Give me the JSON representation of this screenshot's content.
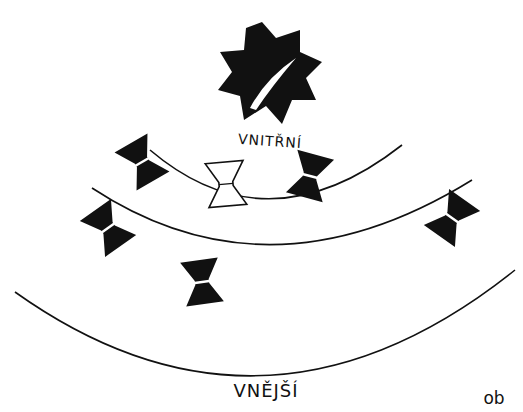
{
  "diagram": {
    "labels": [
      "VNITŘNÍ",
      "VNĚJŠÍ",
      "ob"
    ]
  }
}
